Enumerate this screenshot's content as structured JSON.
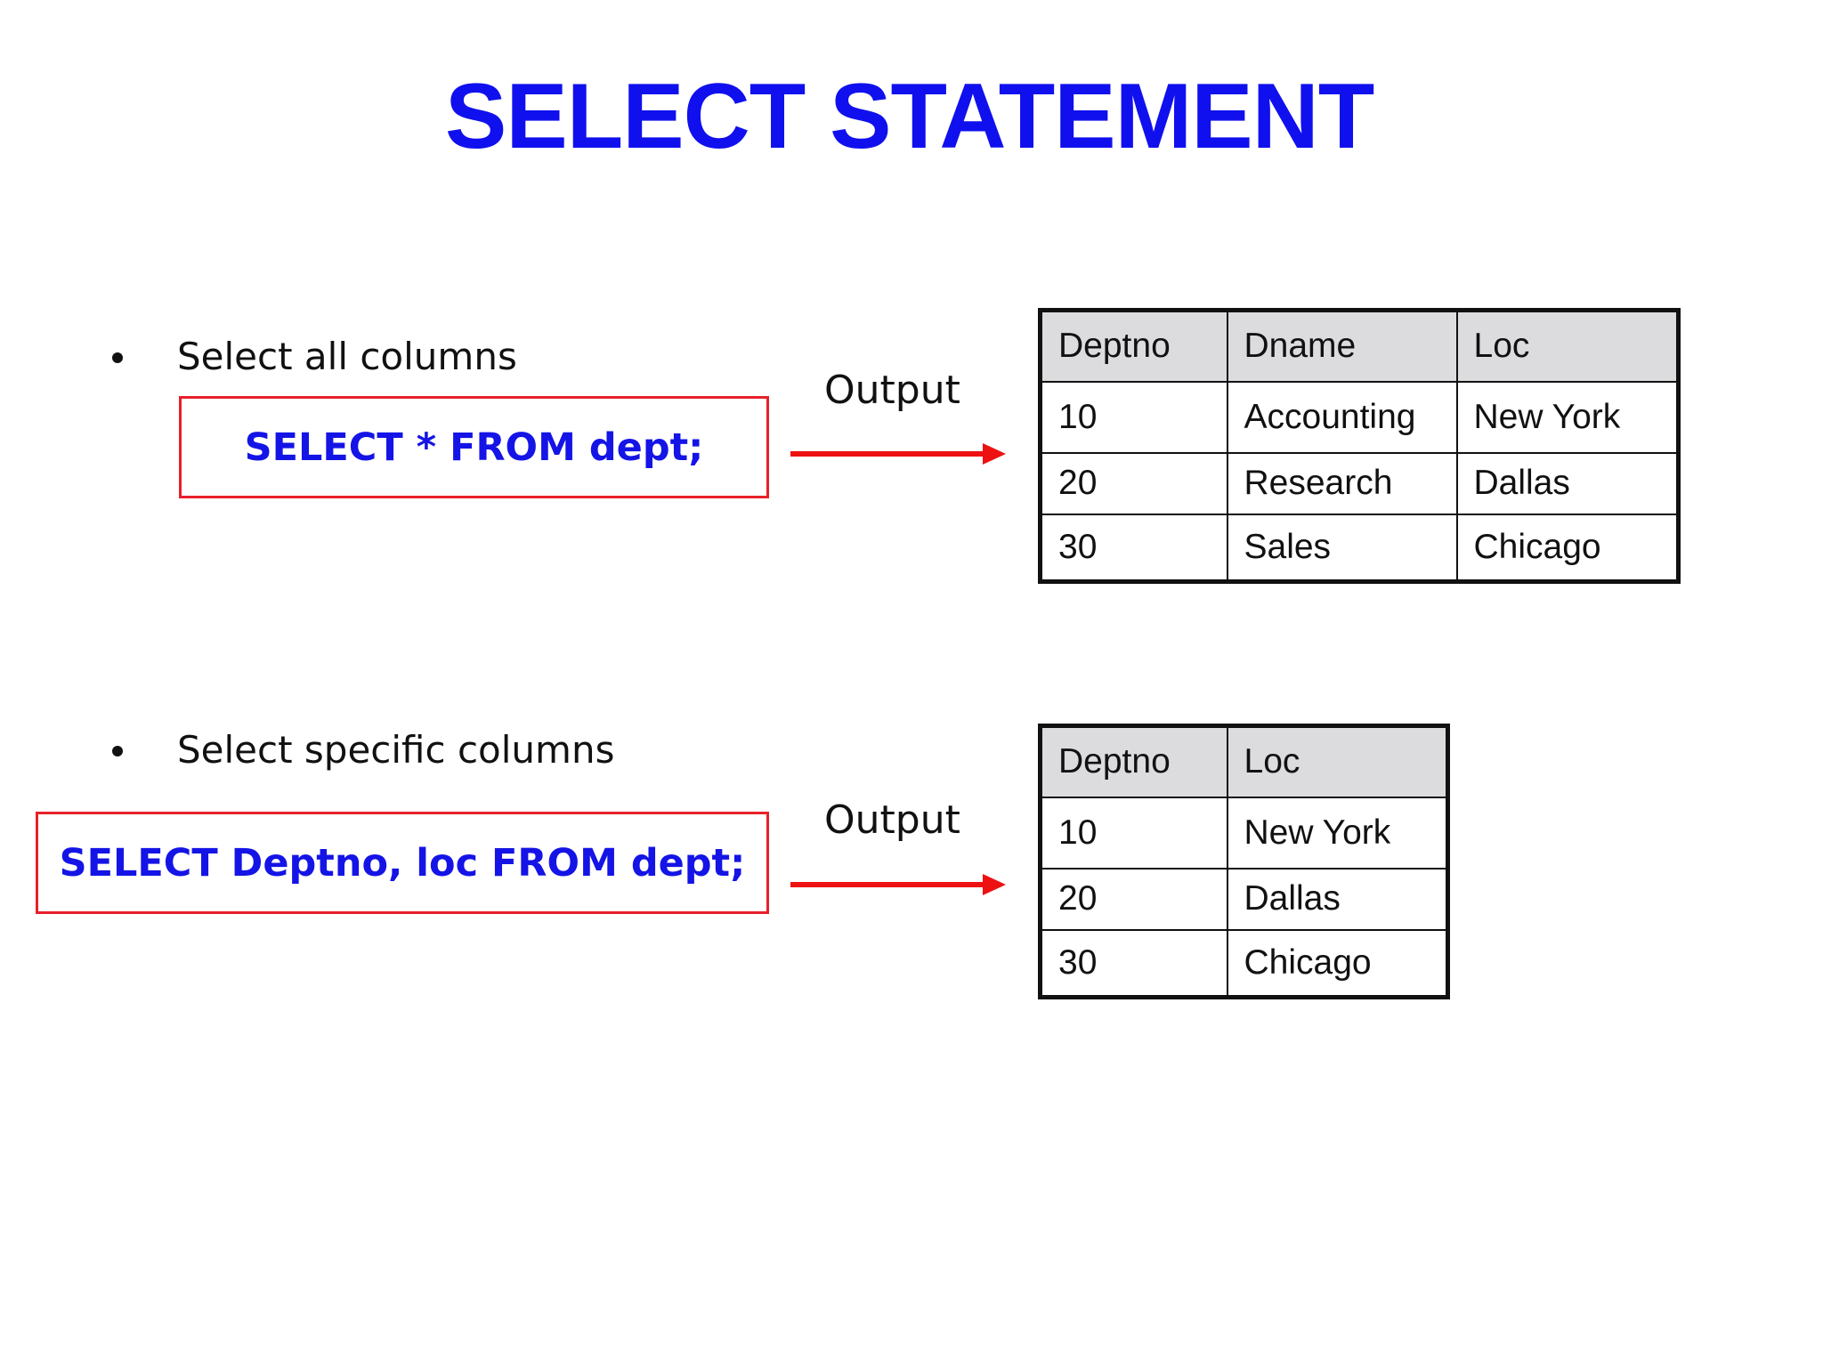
{
  "title": "SELECT STATEMENT",
  "colors": {
    "title": "#1010ee",
    "sql_text": "#1414e6",
    "box_border": "#e8202a",
    "arrow": "#ee1111",
    "table_header_bg": "#dcdcdf"
  },
  "examples": [
    {
      "bullet": "Select all columns",
      "sql": "SELECT * FROM dept;",
      "output_label": "Output",
      "table": {
        "headers": [
          "Deptno",
          "Dname",
          "Loc"
        ],
        "rows": [
          [
            "10",
            "Accounting",
            "New York"
          ],
          [
            "20",
            "Research",
            "Dallas"
          ],
          [
            "30",
            "Sales",
            "Chicago"
          ]
        ]
      }
    },
    {
      "bullet": "Select specific columns",
      "sql": "SELECT Deptno, loc FROM dept;",
      "output_label": "Output",
      "table": {
        "headers": [
          "Deptno",
          "Loc"
        ],
        "rows": [
          [
            "10",
            "New York"
          ],
          [
            "20",
            "Dallas"
          ],
          [
            "30",
            "Chicago"
          ]
        ]
      }
    }
  ]
}
